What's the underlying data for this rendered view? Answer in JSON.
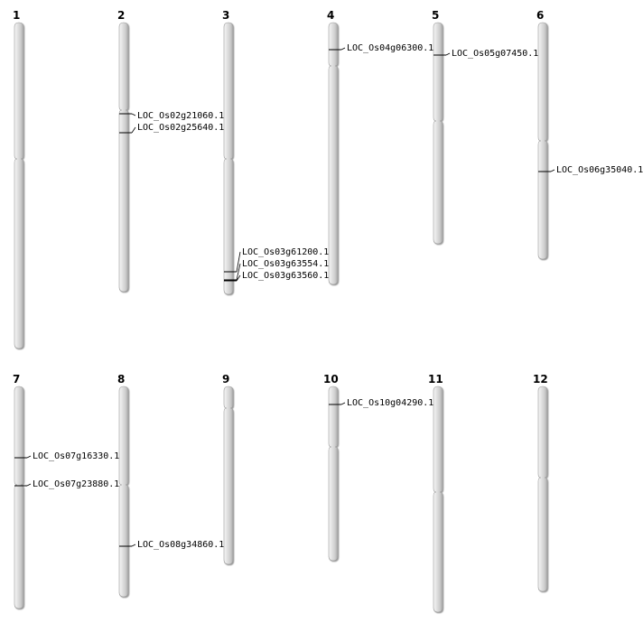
{
  "chromosomes": [
    {
      "id": "1",
      "label": "1",
      "genes": []
    },
    {
      "id": "2",
      "label": "2",
      "genes": [
        {
          "id": "LOC_Os02g21060.1",
          "label": "LOC_Os02g21060.1"
        },
        {
          "id": "LOC_Os02g25640.1",
          "label": "LOC_Os02g25640.1"
        }
      ]
    },
    {
      "id": "3",
      "label": "3",
      "genes": [
        {
          "id": "LOC_Os03g61200.1",
          "label": "LOC_Os03g61200.1"
        },
        {
          "id": "LOC_Os03g63554.1",
          "label": "LOC_Os03g63554.1"
        },
        {
          "id": "LOC_Os03g63560.1",
          "label": "LOC_Os03g63560.1"
        }
      ]
    },
    {
      "id": "4",
      "label": "4",
      "genes": [
        {
          "id": "LOC_Os04g06300.1",
          "label": "LOC_Os04g06300.1"
        }
      ]
    },
    {
      "id": "5",
      "label": "5",
      "genes": [
        {
          "id": "LOC_Os05g07450.1",
          "label": "LOC_Os05g07450.1"
        }
      ]
    },
    {
      "id": "6",
      "label": "6",
      "genes": [
        {
          "id": "LOC_Os06g35040.1",
          "label": "LOC_Os06g35040.1"
        }
      ]
    },
    {
      "id": "7",
      "label": "7",
      "genes": [
        {
          "id": "LOC_Os07g16330.1",
          "label": "LOC_Os07g16330.1"
        },
        {
          "id": "LOC_Os07g23880.1",
          "label": "LOC_Os07g23880.1"
        }
      ]
    },
    {
      "id": "8",
      "label": "8",
      "genes": [
        {
          "id": "LOC_Os08g34860.1",
          "label": "LOC_Os08g34860.1"
        }
      ]
    },
    {
      "id": "9",
      "label": "9",
      "genes": []
    },
    {
      "id": "10",
      "label": "10",
      "genes": [
        {
          "id": "LOC_Os10g04290.1",
          "label": "LOC_Os10g04290.1"
        }
      ]
    },
    {
      "id": "11",
      "label": "11",
      "genes": []
    },
    {
      "id": "12",
      "label": "12",
      "genes": []
    }
  ]
}
